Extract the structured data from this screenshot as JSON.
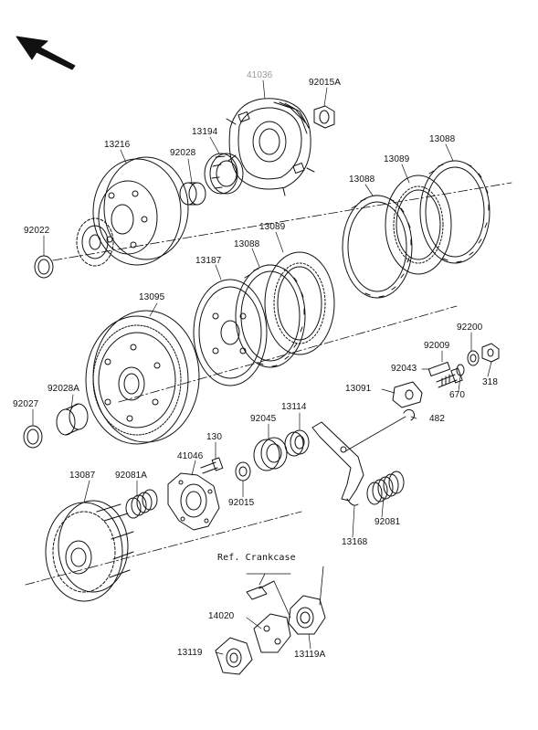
{
  "diagram": {
    "direction": "front-arrow-icon",
    "reference_note": "Ref. Crankcase",
    "parts": [
      {
        "key": "p41036",
        "label": "41036"
      },
      {
        "key": "p92015A",
        "label": "92015A"
      },
      {
        "key": "p13194",
        "label": "13194"
      },
      {
        "key": "p13216",
        "label": "13216"
      },
      {
        "key": "p92028",
        "label": "92028"
      },
      {
        "key": "p13088a",
        "label": "13088"
      },
      {
        "key": "p13089a",
        "label": "13089"
      },
      {
        "key": "p13088b",
        "label": "13088"
      },
      {
        "key": "p13089b",
        "label": "13089"
      },
      {
        "key": "p92022",
        "label": "92022"
      },
      {
        "key": "p13088c",
        "label": "13088"
      },
      {
        "key": "p13187",
        "label": "13187"
      },
      {
        "key": "p13095",
        "label": "13095"
      },
      {
        "key": "p92200",
        "label": "92200"
      },
      {
        "key": "p92009",
        "label": "92009"
      },
      {
        "key": "p92043",
        "label": "92043"
      },
      {
        "key": "p318",
        "label": "318"
      },
      {
        "key": "p13091",
        "label": "13091"
      },
      {
        "key": "p670",
        "label": "670"
      },
      {
        "key": "p92028A",
        "label": "92028A"
      },
      {
        "key": "p92027",
        "label": "92027"
      },
      {
        "key": "p92045",
        "label": "92045"
      },
      {
        "key": "p13114",
        "label": "13114"
      },
      {
        "key": "p482",
        "label": "482"
      },
      {
        "key": "p130",
        "label": "130"
      },
      {
        "key": "p41046",
        "label": "41046"
      },
      {
        "key": "p13087",
        "label": "13087"
      },
      {
        "key": "p92081A",
        "label": "92081A"
      },
      {
        "key": "p92015",
        "label": "92015"
      },
      {
        "key": "p92081",
        "label": "92081"
      },
      {
        "key": "p13168",
        "label": "13168"
      },
      {
        "key": "p14020",
        "label": "14020"
      },
      {
        "key": "p13119",
        "label": "13119"
      },
      {
        "key": "p13119A",
        "label": "13119A"
      }
    ]
  }
}
